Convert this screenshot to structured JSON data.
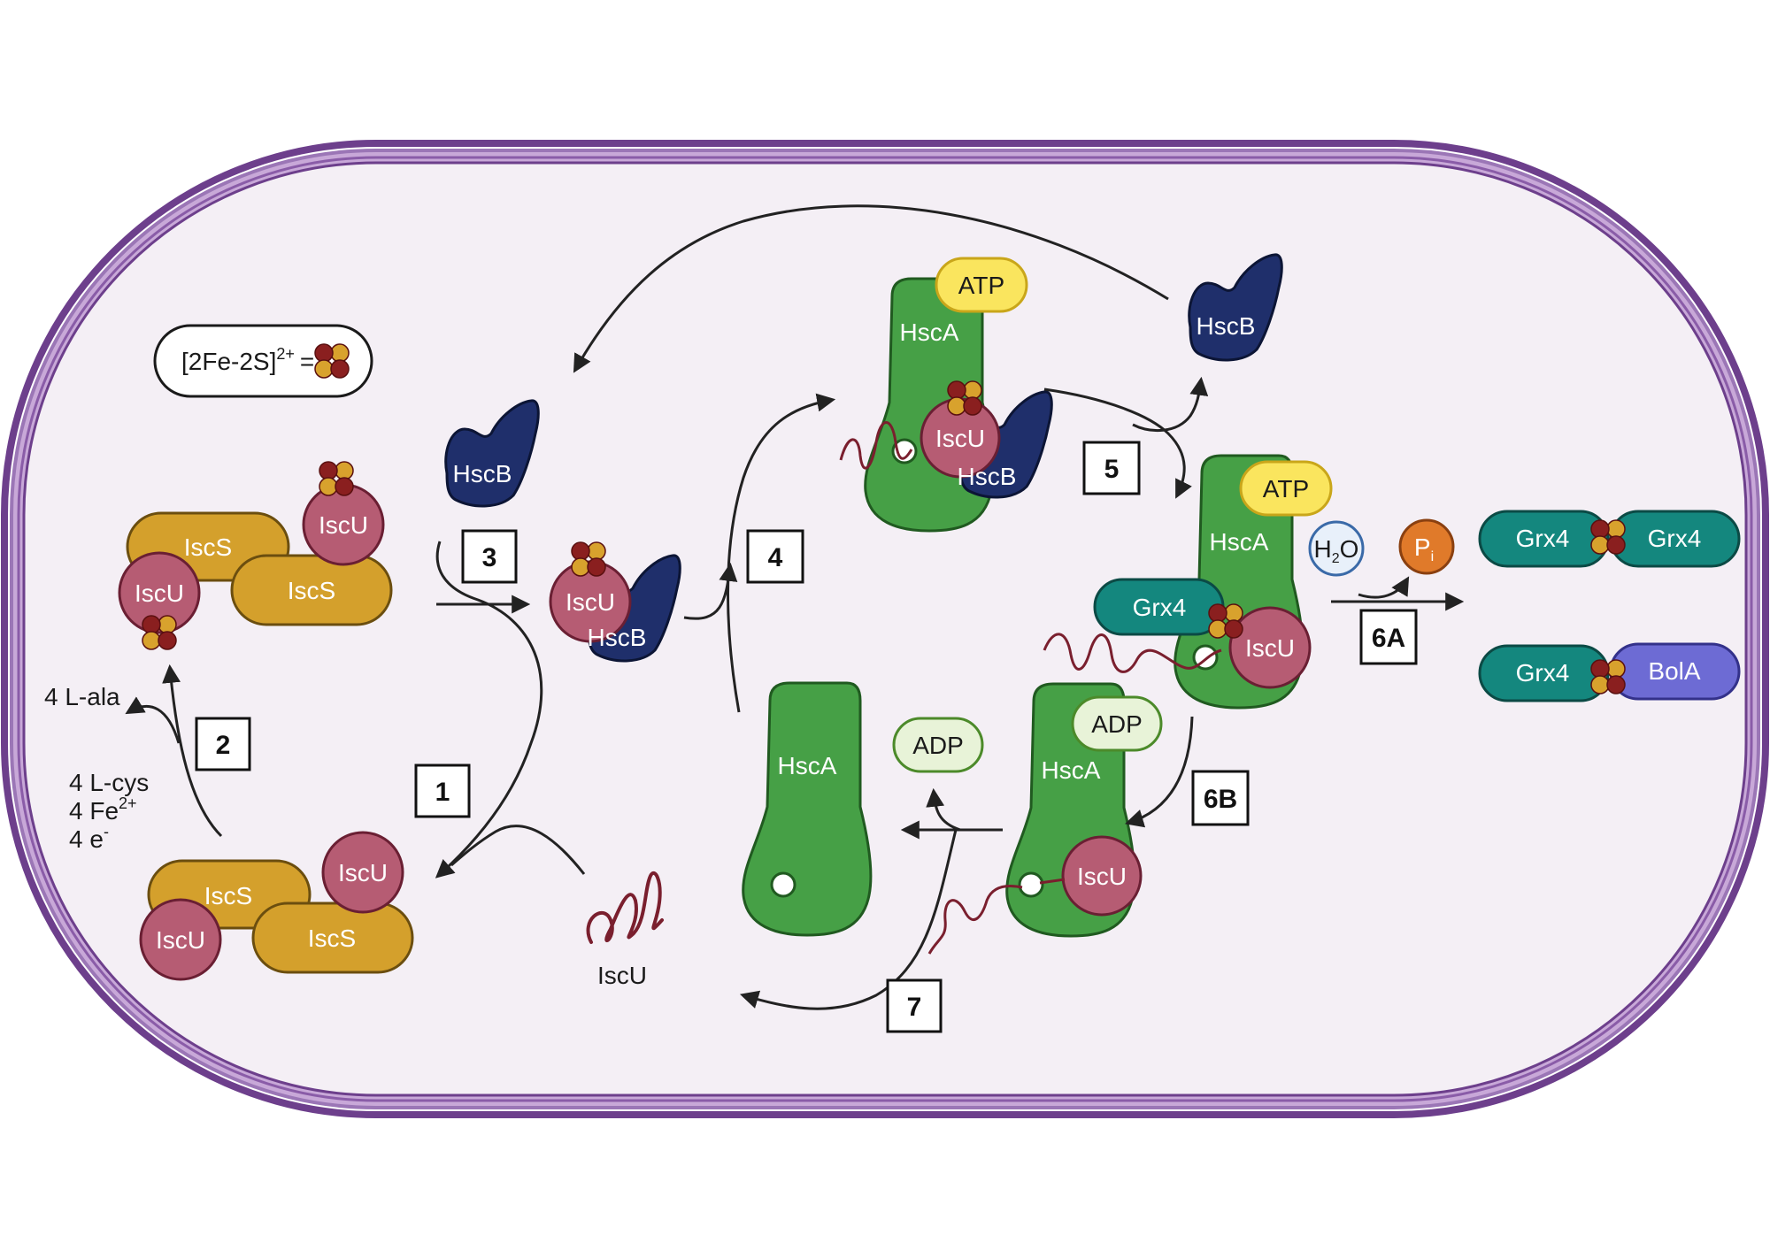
{
  "legend": {
    "cluster": "[2Fe-2S]",
    "charge": "2+",
    "equals": "="
  },
  "labels": {
    "iscs": "IscS",
    "iscu": "IscU",
    "hscb": "HscB",
    "hsca": "HscA",
    "atp": "ATP",
    "adp": "ADP",
    "grx4": "Grx4",
    "bola": "BolA",
    "h2o_h": "H",
    "h2o_sub": "2",
    "h2o_o": "O",
    "pi_p": "P",
    "pi_sub": "i"
  },
  "substrates": {
    "lala": "4 L-ala",
    "lcys": "4 L-cys",
    "fe": "4 Fe",
    "fe_sup": "2+",
    "e": "4  e",
    "e_sup": "-"
  },
  "free_iscu_label": "IscU",
  "steps": [
    "1",
    "2",
    "3",
    "4",
    "5",
    "6A",
    "6B",
    "7"
  ],
  "colors": {
    "membrane": "#6d3f8c",
    "cell_fill": "#f4eff5",
    "iscs": "#d4a02c",
    "iscu": "#b65c73",
    "hscb": "#1f2f6b",
    "hsca": "#46a046",
    "atp": "#fae55e",
    "adp": "#e8f3d8",
    "grx4": "#14877e",
    "bola": "#6d6bd4",
    "pi": "#e07a2a",
    "fe": "#8a1f1f",
    "s": "#d8a22d"
  }
}
